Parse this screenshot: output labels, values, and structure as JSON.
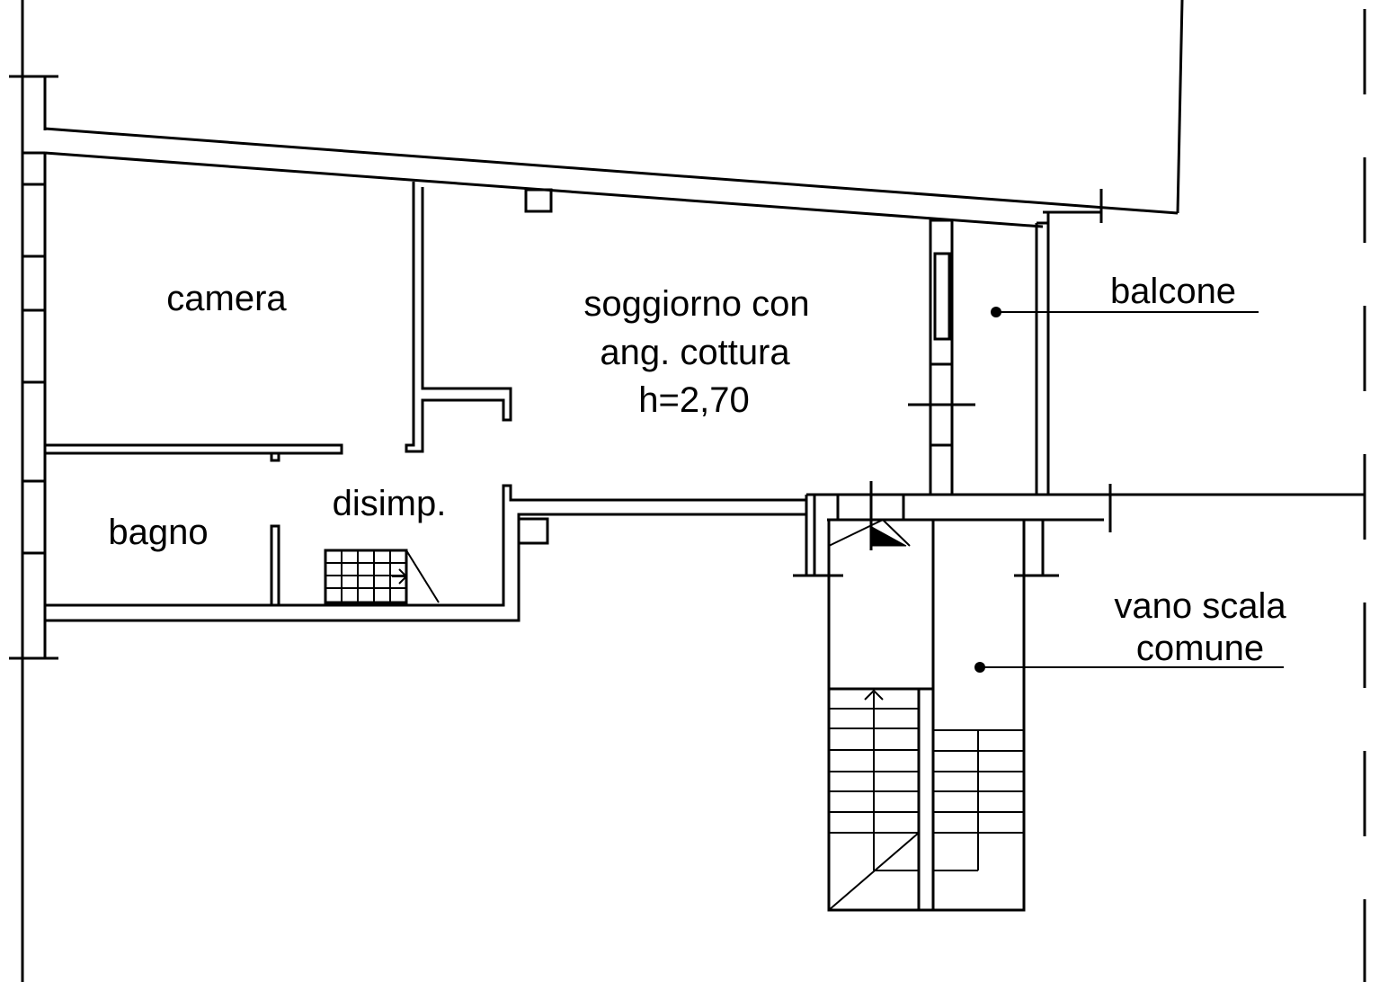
{
  "rooms": {
    "camera": "camera",
    "soggiorno_line1": "soggiorno con",
    "soggiorno_line2": "ang. cottura",
    "height": "h=2,70",
    "disimp": "disimp.",
    "bagno": "bagno"
  },
  "annotations": {
    "balcone": "balcone",
    "vano_scala_line1": "vano scala",
    "vano_scala_line2": "comune"
  },
  "colors": {
    "background": "#ffffff",
    "ink": "#000000"
  }
}
